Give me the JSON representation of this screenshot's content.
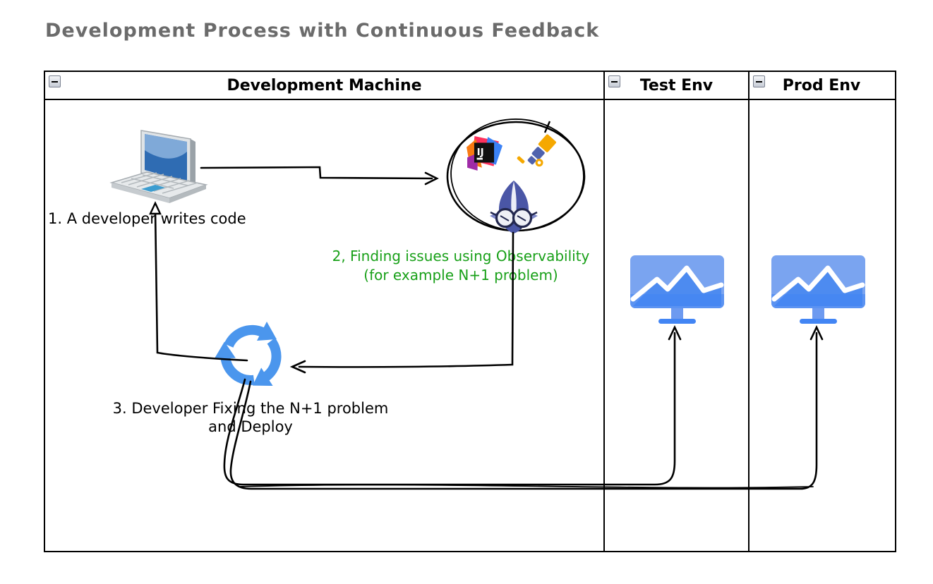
{
  "page": {
    "title": "Development Process with Continuous Feedback"
  },
  "diagram": {
    "columns": [
      {
        "label": "Development Machine",
        "collapse_icon": "minus-collapse-icon"
      },
      {
        "label": "Test Env",
        "collapse_icon": "minus-collapse-icon"
      },
      {
        "label": "Prod Env",
        "collapse_icon": "minus-collapse-icon"
      }
    ],
    "steps": [
      {
        "text": "1. A developer writes code"
      },
      {
        "line1": "2, Finding issues using Observability",
        "line2": "(for example N+1 problem)"
      },
      {
        "line1": "3. Developer Fixing the N+1 problem",
        "line2": "and Deploy"
      }
    ],
    "icons": [
      "laptop-icon",
      "sketch-circle",
      "intellij-idea-logo",
      "opentelemetry-telescope-logo",
      "mascot-with-glasses-logo",
      "refresh-cycle-icon",
      "monitoring-dashboard-icon-test",
      "monitoring-dashboard-icon-prod"
    ],
    "colors": {
      "title_gray": "#6b6b6b",
      "step2_green": "#18a018",
      "cycle_blue": "#4b96ed",
      "monitor_light_blue": "#7aa4f0",
      "monitor_mid_blue": "#4d8bf0",
      "monitor_dark_blue": "#4285f4",
      "line_black": "#000000"
    }
  }
}
